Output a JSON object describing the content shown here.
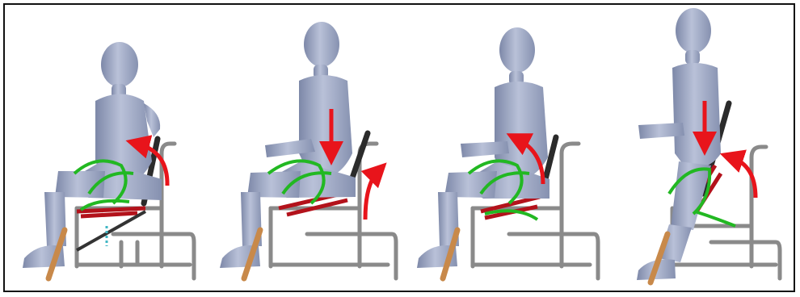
{
  "figure": {
    "kind": "illustration",
    "panel_count": 4,
    "colors": {
      "mannequin": "#9ea8c4",
      "mannequin_shade": "#7d88a8",
      "frame_metal": "#8a8a8a",
      "backrest": "#2b2b2b",
      "seat_mechanism": "#b3121b",
      "straps": "#22b822",
      "leg_support": "#c8894a",
      "motion_arrow": "#e8141b",
      "spring": "#3fb6c4",
      "background": "#ffffff",
      "border": "#111111"
    },
    "panels": [
      {
        "name": "seated",
        "arrows": [
          "curved"
        ]
      },
      {
        "name": "rising-1",
        "arrows": [
          "down",
          "curved"
        ]
      },
      {
        "name": "rising-2",
        "arrows": [
          "curved"
        ]
      },
      {
        "name": "standing",
        "arrows": [
          "down",
          "curved"
        ]
      }
    ]
  }
}
